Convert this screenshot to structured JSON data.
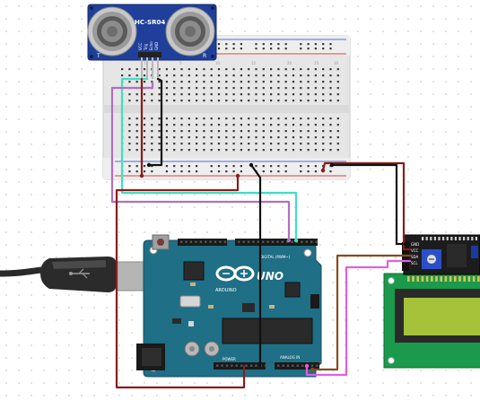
{
  "sensor": {
    "model": "HC-SR04",
    "left_mark": "T",
    "right_mark": "R",
    "pins": [
      "VCC",
      "Trig",
      "Echo",
      "GND"
    ]
  },
  "arduino": {
    "brand": "ARDUINO",
    "model": "UNO",
    "digital_label": "DIGITAL (PWM~)",
    "analog_label": "ANALOG IN",
    "power_label": "POWER"
  },
  "i2c_module": {
    "pins": [
      "GND",
      "VCC",
      "SDA",
      "SCL"
    ]
  },
  "breadboard": {
    "column_marks": [
      "1",
      "5",
      "10",
      "15",
      "20",
      "25",
      "30"
    ]
  },
  "colors": {
    "wire_red": "#8c1b1b",
    "wire_black": "#111111",
    "wire_cyan": "#3fe0c0",
    "wire_purple": "#b070c0",
    "wire_brown": "#8a4a1a",
    "wire_pink": "#e060e0",
    "arduino_board": "#1f6f86",
    "lcd_board": "#1a9a4a",
    "lcd_screen": "#a6c23a",
    "sensor_board": "#1f3f9a"
  }
}
